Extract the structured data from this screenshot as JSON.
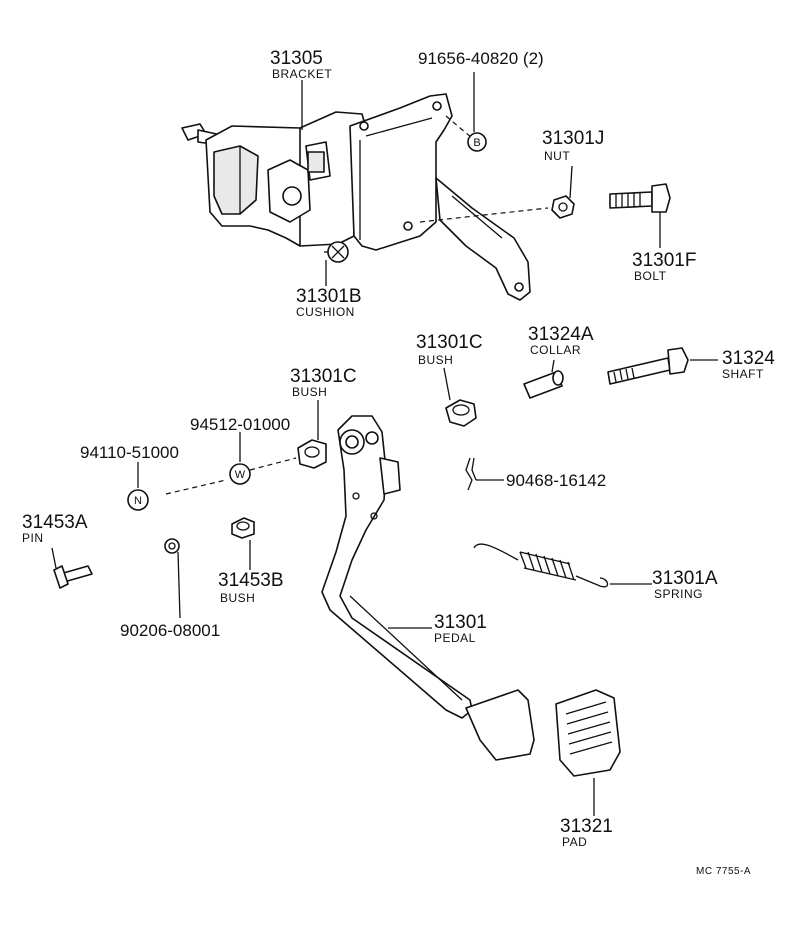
{
  "title": "",
  "parts": {
    "bracket": {
      "number": "31305",
      "name": "BRACKET"
    },
    "bolt_b": {
      "number": "91656-40820 (2)",
      "letter": "B"
    },
    "nut": {
      "number": "31301J",
      "name": "NUT"
    },
    "bolt": {
      "number": "31301F",
      "name": "BOLT"
    },
    "cushion": {
      "number": "31301B",
      "name": "CUSHION"
    },
    "bush_right": {
      "number": "31301C",
      "name": "BUSH"
    },
    "collar": {
      "number": "31324A",
      "name": "COLLAR"
    },
    "shaft": {
      "number": "31324",
      "name": "SHAFT"
    },
    "bush_left": {
      "number": "31301C",
      "name": "BUSH"
    },
    "washer": {
      "number": "94512-01000",
      "letter": "W"
    },
    "nut_n": {
      "number": "94110-51000",
      "letter": "N"
    },
    "clip": {
      "number": "90468-16142"
    },
    "pin": {
      "number": "31453A",
      "name": "PIN"
    },
    "bush_small": {
      "number": "31453B",
      "name": "BUSH"
    },
    "spring": {
      "number": "31301A",
      "name": "SPRING"
    },
    "pedal": {
      "number": "31301",
      "name": "PEDAL"
    },
    "lock_washer": {
      "number": "90206-08001"
    },
    "pad": {
      "number": "31321",
      "name": "PAD"
    }
  },
  "code": "MC  7755-A"
}
